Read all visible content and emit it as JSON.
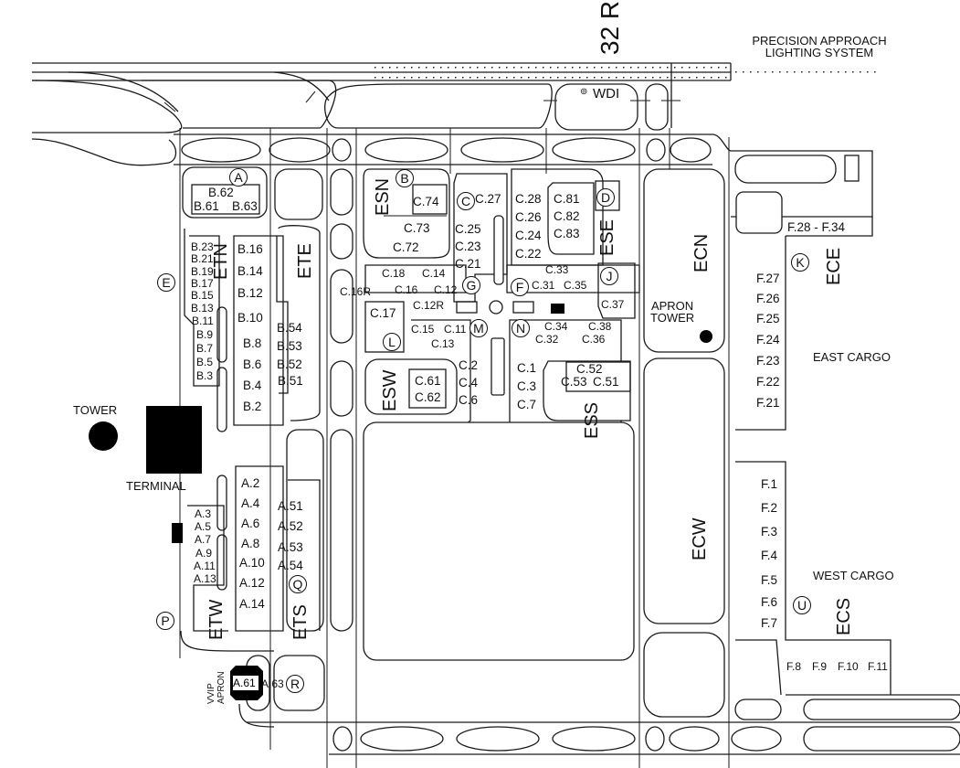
{
  "runway": {
    "designator": "32 R",
    "approach_lighting": [
      "PRECISION APPROACH",
      "LIGHTING SYSTEM"
    ],
    "wind_indicator": "WDI"
  },
  "facilities": {
    "tower": "TOWER",
    "terminal": "TERMINAL",
    "apron_tower": [
      "APRON",
      "TOWER"
    ],
    "vvip_apron": [
      "VVIP",
      "APRON"
    ],
    "east_cargo": "EAST CARGO",
    "west_cargo": "WEST CARGO"
  },
  "areas": {
    "ETN": "ETN",
    "ETE": "ETE",
    "ETW": "ETW",
    "ETS": "ETS",
    "ESN": "ESN",
    "ESE": "ESE",
    "ESW": "ESW",
    "ESS": "ESS",
    "ECN": "ECN",
    "ECW": "ECW",
    "ECE": "ECE",
    "ECS": "ECS"
  },
  "taxiway_markers": [
    "A",
    "B",
    "C",
    "D",
    "E",
    "F",
    "G",
    "J",
    "K",
    "L",
    "M",
    "N",
    "P",
    "Q",
    "R",
    "U"
  ],
  "stands": {
    "b_top": [
      "B.62",
      "B.61",
      "B.63"
    ],
    "b_etn_left": [
      "B.23",
      "B.21",
      "B.19",
      "B.17",
      "B.15",
      "B.13",
      "B.11",
      "B.9",
      "B.7",
      "B.5",
      "B.3"
    ],
    "b_etn_right": [
      "B.16",
      "B.14",
      "B.12",
      "B.10",
      "B.8",
      "B.6",
      "B.4",
      "B.2"
    ],
    "b_ete": [
      "B.54",
      "B.53",
      "B.52",
      "B.51"
    ],
    "c_esn": [
      "C.74",
      "C.73",
      "C.72"
    ],
    "c_mid": [
      "C.27",
      "C.25",
      "C.23",
      "C.21"
    ],
    "c_right": [
      "C.28",
      "C.26",
      "C.24",
      "C.22"
    ],
    "c_ese": [
      "C.81",
      "C.82",
      "C.83"
    ],
    "c_row1": [
      "C.18",
      "C.14",
      "C.16R",
      "C.16",
      "C.12",
      "C.12R"
    ],
    "c_33": [
      "C.33",
      "C.31",
      "C.35",
      "C.37"
    ],
    "c_17": "C.17",
    "c_low": [
      "C.15",
      "C.11",
      "C.13"
    ],
    "c_n": [
      "C.34",
      "C.38",
      "C.32",
      "C.36"
    ],
    "c_esw": [
      "C.61",
      "C.62"
    ],
    "c_even": [
      "C.2",
      "C.4",
      "C.6"
    ],
    "c_odd": [
      "C.1",
      "C.3",
      "C.7"
    ],
    "c_ess": [
      "C.52",
      "C.53",
      "C.51"
    ],
    "a_etw_left": [
      "A.3",
      "A.5",
      "A.7",
      "A.9",
      "A.11",
      "A.13"
    ],
    "a_main": [
      "A.2",
      "A.4",
      "A.6",
      "A.8",
      "A.10",
      "A.12",
      "A.14"
    ],
    "a_ets": [
      "A.51",
      "A.52",
      "A.53",
      "A.54"
    ],
    "a_vvip": [
      "A.61",
      "A.63"
    ],
    "f_east": [
      "F.28 - F.34",
      "F.27",
      "F.26",
      "F.25",
      "F.24",
      "F.23",
      "F.22",
      "F.21"
    ],
    "f_west": [
      "F.1",
      "F.2",
      "F.3",
      "F.4",
      "F.5",
      "F.6",
      "F.7"
    ],
    "f_bottom": [
      "F.8",
      "F.9",
      "F.10",
      "F.11"
    ]
  }
}
